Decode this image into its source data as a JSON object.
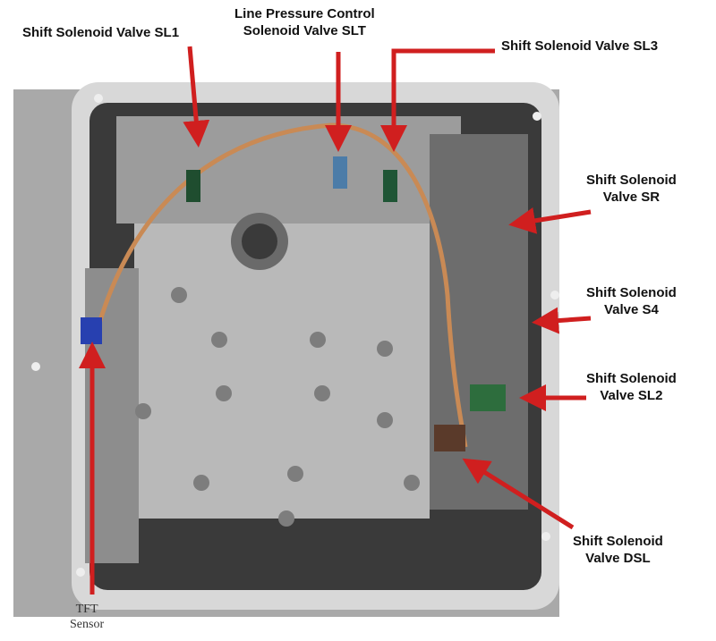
{
  "labels": {
    "sl1": "Shift Solenoid Valve SL1",
    "slt_line1": "Line Pressure Control",
    "slt_line2": "Solenoid Valve SLT",
    "sl3": "Shift Solenoid Valve SL3",
    "sr_line1": "Shift Solenoid",
    "sr_line2": "Valve SR",
    "s4_line1": "Shift Solenoid",
    "s4_line2": "Valve S4",
    "sl2_line1": "Shift Solenoid",
    "sl2_line2": "Valve SL2",
    "dsl_line1": "Shift Solenoid",
    "dsl_line2": "Valve DSL",
    "tft_line1": "TFT",
    "tft_line2": "Sensor"
  },
  "colors": {
    "arrow": "#d01f1f",
    "pan": "#cfcfcf",
    "body": "#b9b9b9",
    "cavity": "#3a3a3a"
  }
}
